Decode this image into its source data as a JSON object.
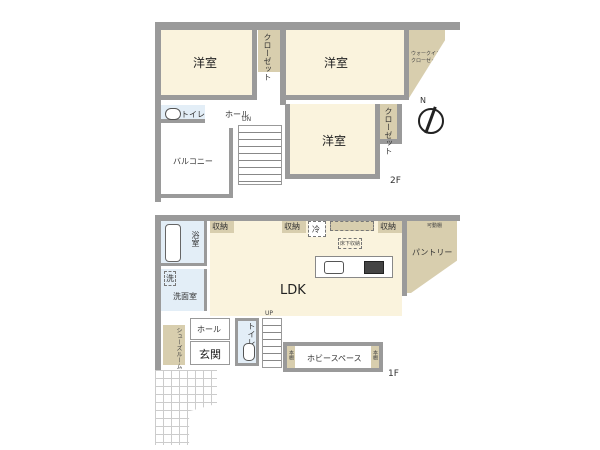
{
  "floor2": {
    "label": "2F",
    "rooms": {
      "western_room_1": "洋室",
      "western_room_2": "洋室",
      "western_room_3": "洋室",
      "closet_1": "クローゼット",
      "closet_2": "クローゼット",
      "walk_in_closet": "ウォークインクローゼット",
      "toilet": "トイレ",
      "hall": "ホール",
      "balcony": "バルコニー",
      "stairs_label": "DN"
    }
  },
  "floor1": {
    "label": "1F",
    "rooms": {
      "ldk": "LDK",
      "storage_1": "収納",
      "storage_2": "収納",
      "storage_3": "収納",
      "fridge": "冷",
      "underfloor_storage": "床下収納",
      "pantry": "パントリー",
      "movable_shelf": "可動棚",
      "bathroom": "浴室",
      "washer": "洗",
      "washroom": "洗面室",
      "hall": "ホール",
      "toilet": "トイレ",
      "shoe_room": "シューズルーム",
      "entrance": "玄関",
      "hobby_space": "ホビースペース",
      "bookshelf_1": "本棚",
      "bookshelf_2": "本棚",
      "stairs_label": "UP"
    }
  },
  "compass": {
    "north_label": "N"
  }
}
